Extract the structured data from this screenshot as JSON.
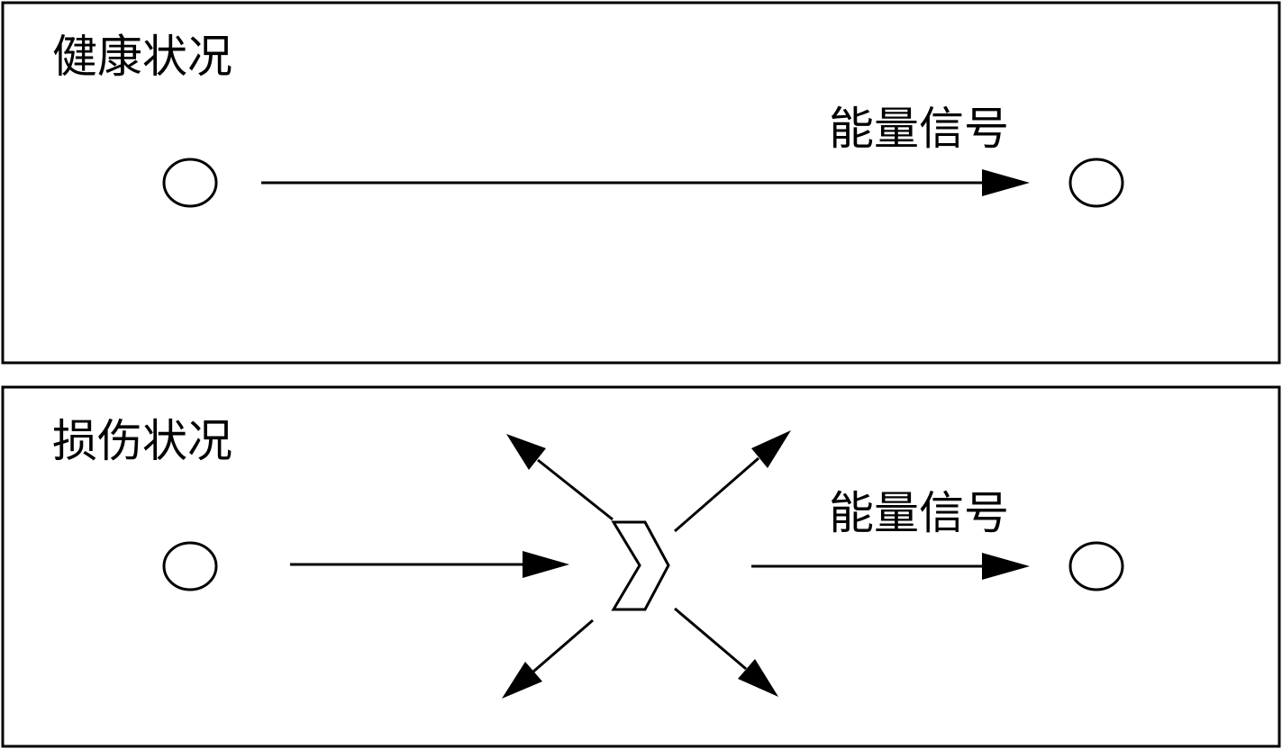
{
  "panels": {
    "healthy": {
      "title": "健康状况",
      "signal_label": "能量信号"
    },
    "damaged": {
      "title": "损伤状况",
      "signal_label": "能量信号"
    }
  },
  "colors": {
    "line": "#000000",
    "background": "#ffffff"
  },
  "icons": {
    "node": "circle-node-icon",
    "defect": "chevron-defect-icon"
  }
}
